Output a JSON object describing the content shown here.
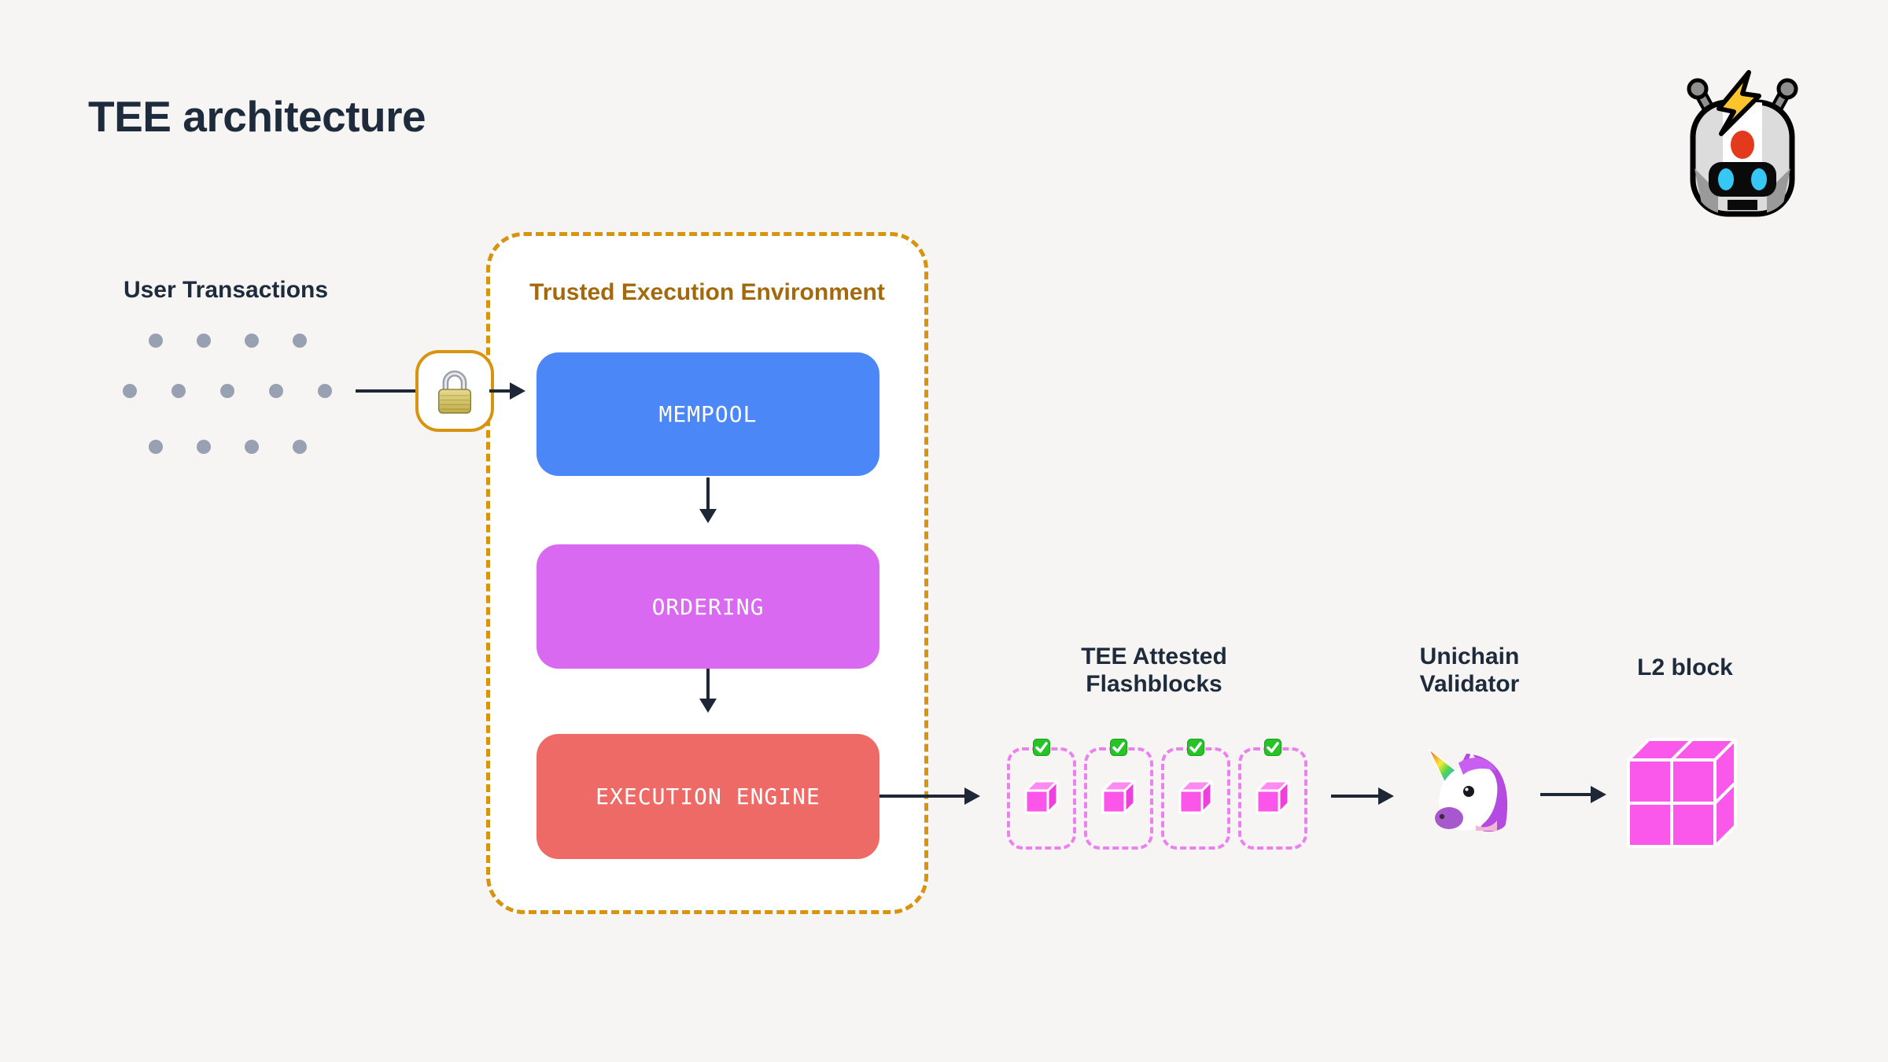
{
  "page": {
    "title": "TEE architecture"
  },
  "logo": {
    "icon": "flashbots-robot-icon"
  },
  "user_transactions": {
    "label": "User Transactions",
    "dot_rows": [
      4,
      5,
      4
    ],
    "dot_color": "#98a1b1"
  },
  "lock": {
    "icon": "padlock-icon",
    "border_color": "#d8930f"
  },
  "tee": {
    "title": "Trusted Execution Environment",
    "title_color": "#a3690b",
    "border_color": "#d8930f",
    "stages": [
      {
        "label": "MEMPOOL",
        "color": "#4c87f7"
      },
      {
        "label": "ORDERING",
        "color": "#d969f1"
      },
      {
        "label": "EXECUTION ENGINE",
        "color": "#ee6a66"
      }
    ]
  },
  "flashblocks": {
    "label_lines": [
      "TEE Attested",
      "Flashblocks"
    ],
    "count": 4,
    "box_border_color": "#ee7ff0",
    "check_icon": "check-mark-button-icon",
    "check_color": "#26c426",
    "cube_icon": "pink-cube-icon",
    "cube_color": "#fa58ea"
  },
  "validator": {
    "label_lines": [
      "Unichain",
      "Validator"
    ],
    "icon": "unicorn-icon"
  },
  "l2_block": {
    "label": "L2 block",
    "icon": "l2-cube-icon",
    "cube_color": "#fa58ea"
  },
  "colors": {
    "background": "#f6f5f3",
    "text": "#1e2b3c",
    "arrow": "#1d2735"
  }
}
